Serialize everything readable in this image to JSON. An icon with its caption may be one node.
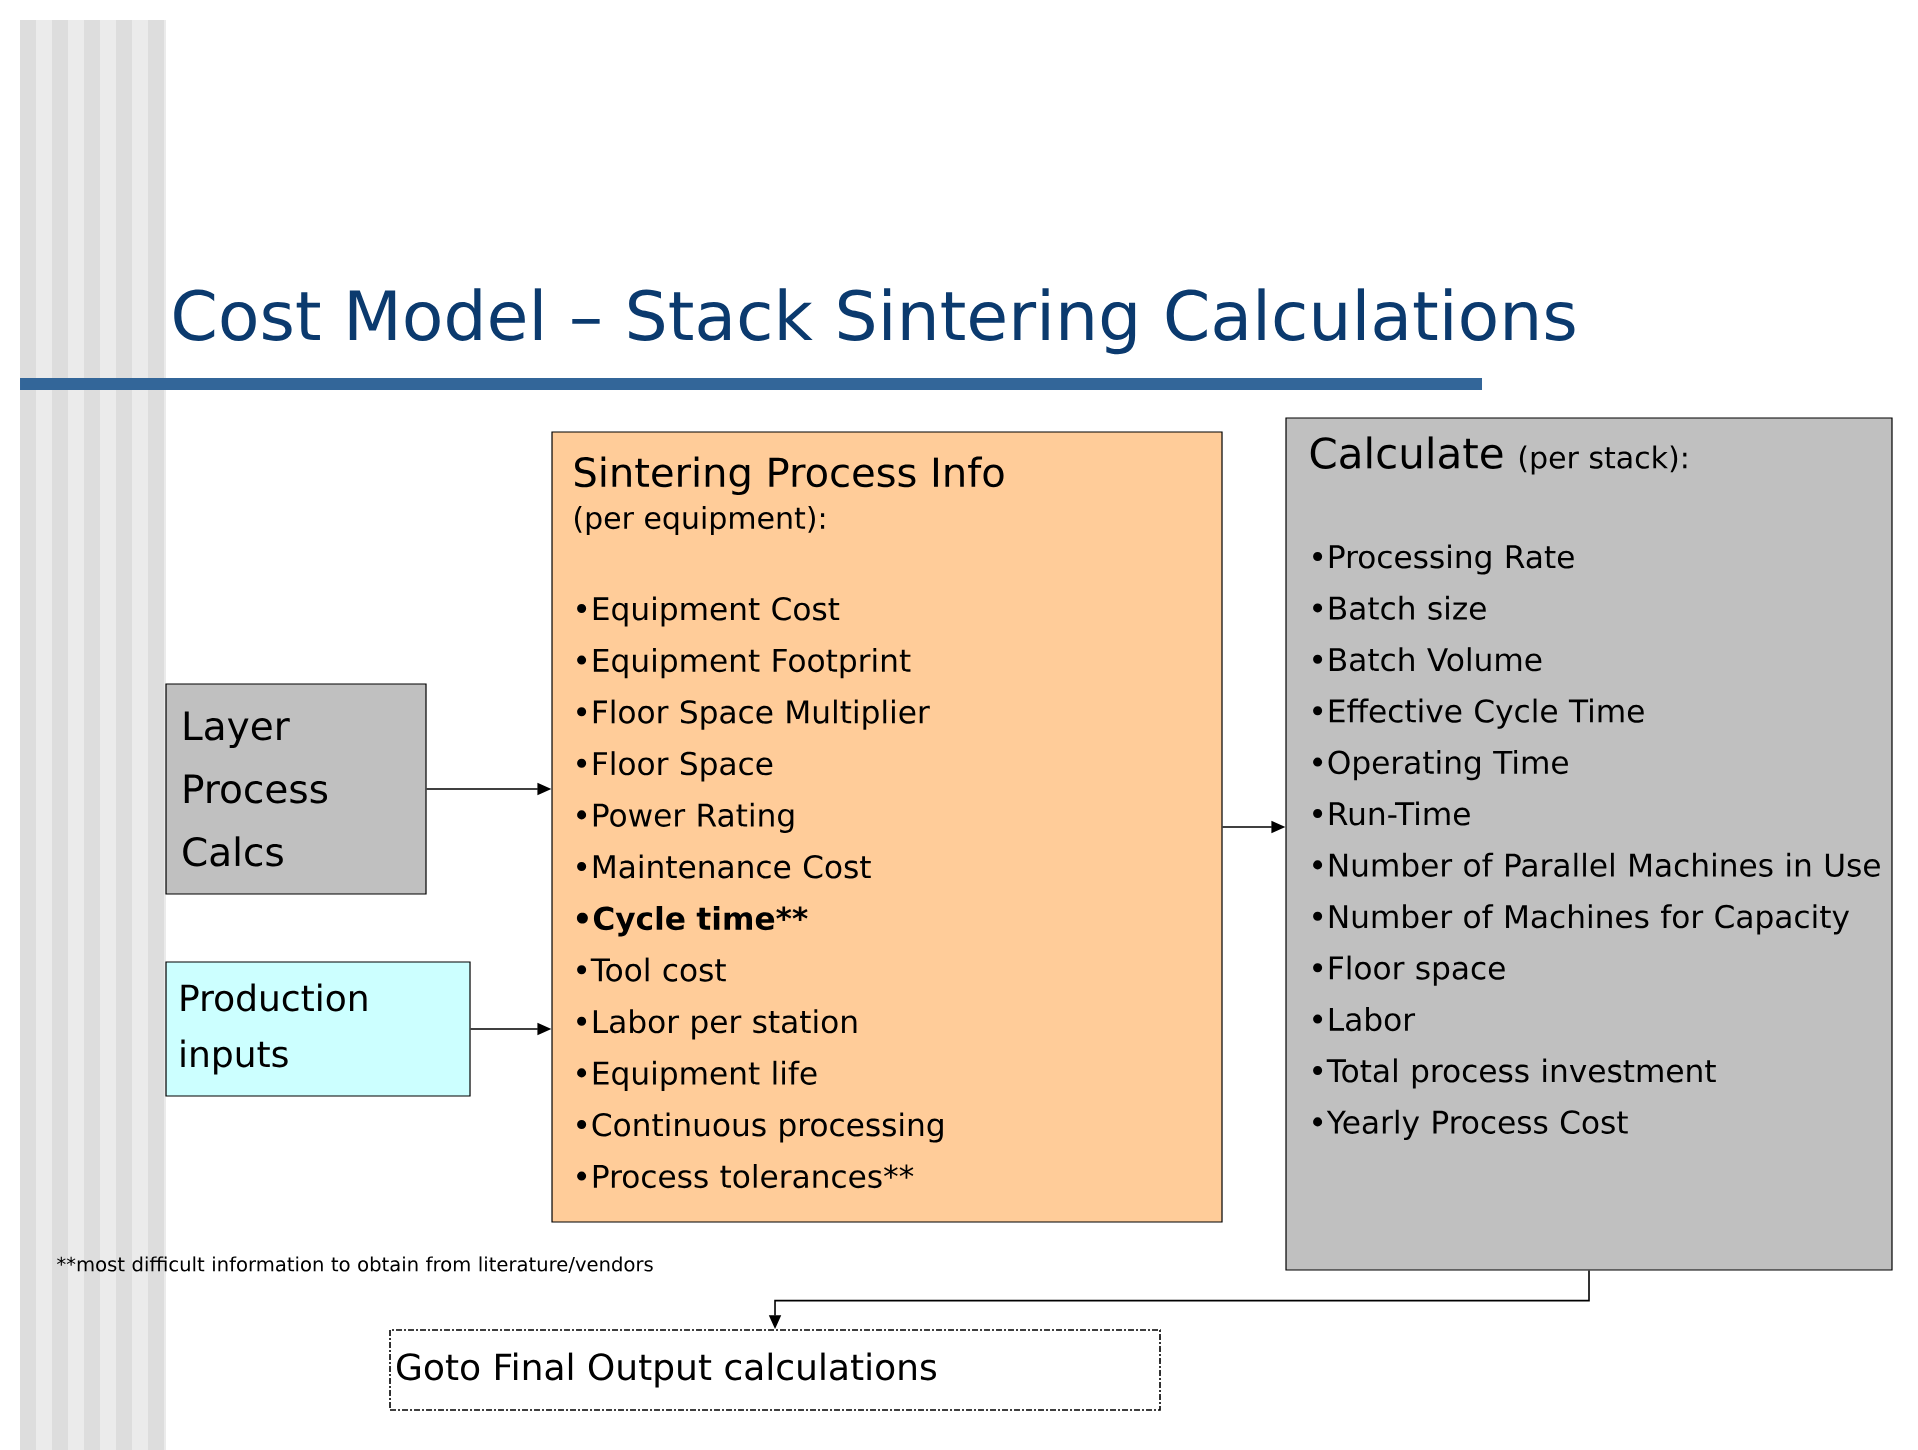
{
  "diagram": {
    "title": "Cost Model – Stack Sintering Calculations",
    "nodes": [
      {
        "text": [
          "Layer Process Calcs"
        ]
      },
      {
        "text": [
          "Production inputs"
        ]
      },
      {
        "text": [
          "Sintering Process Info",
          "(per equipment):",
          "•Equipment Cost",
          "•Equipment Footprint",
          "•Floor Space Multiplier",
          "•Floor Space",
          "•Power Rating",
          "•Maintenance Cost",
          "•Cycle time**",
          "•Tool cost",
          "•Labor per station",
          "•Equipment life",
          "•Continuous processing",
          "•Process tolerances**"
        ]
      },
      {
        "text": [
          "Calculate",
          "(per stack):",
          "•Processing Rate",
          "•Batch size",
          "•Batch Volume",
          "•Effective Cycle Time",
          "•Operating Time",
          "•Run-Time",
          "•Number of Parallel Machines in Use",
          "•Number of Machines for Capacity",
          "•Floor space",
          "•Labor",
          "•Total process investment",
          "•Yearly Process Cost"
        ]
      },
      {
        "text": [
          "Goto Final Output calculations"
        ]
      }
    ],
    "edges": [
      {
        "from": 0,
        "to": 2,
        "arrow": "to"
      },
      {
        "from": 1,
        "to": 2,
        "arrow": "to"
      },
      {
        "from": 2,
        "to": 3,
        "arrow": "to"
      },
      {
        "from": 3,
        "to": 4,
        "arrow": "to"
      }
    ],
    "labels": [
      "**most difficult information to obtain from literature/vendors"
    ]
  }
}
